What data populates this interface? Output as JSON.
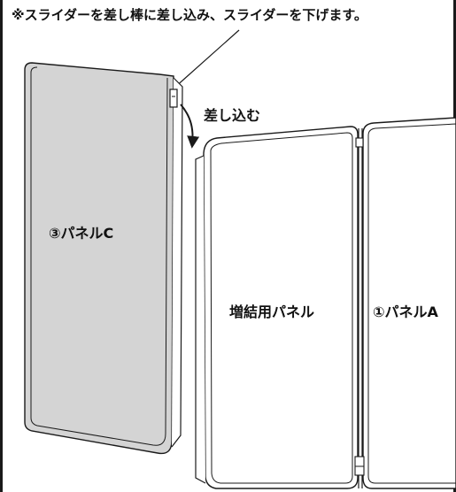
{
  "note": "※スライダーを差し棒に差し込み、スライダーを下げます。",
  "insert_label": "差し込む",
  "panel_c_label": "③パネルC",
  "extension_panel_label": "増結用パネル",
  "panel_a_label": "①パネルA",
  "colors": {
    "panel_c_fill": "#d4d4d4",
    "panel_fill": "#ffffff",
    "line": "#1a1a1a"
  }
}
